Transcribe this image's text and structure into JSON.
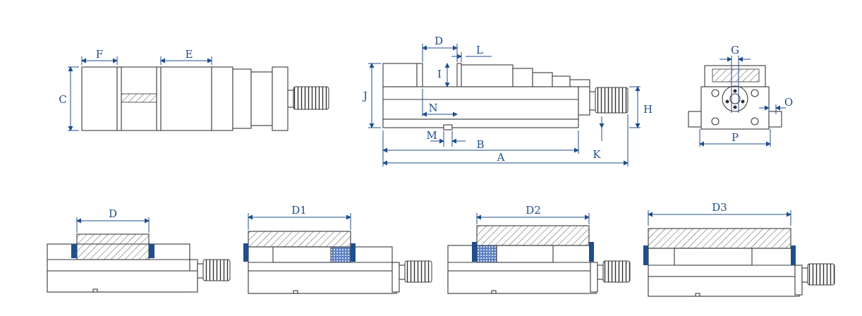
{
  "labels": {
    "top_view": {
      "f": "F",
      "e": "E",
      "c": "C"
    },
    "side_view": {
      "d": "D",
      "l": "L",
      "i": "I",
      "j": "J",
      "n": "N",
      "h": "H",
      "m": "M",
      "b": "B",
      "k": "K",
      "a": "A"
    },
    "end_view": {
      "g": "G",
      "o": "O",
      "p": "P"
    },
    "configs": {
      "d": "D",
      "d1": "D1",
      "d2": "D2",
      "d3": "D3"
    }
  },
  "colors": {
    "dimension": "#1f4e8c",
    "outline": "#3a3a3a",
    "jaw_pad": "#1f4e8c"
  }
}
